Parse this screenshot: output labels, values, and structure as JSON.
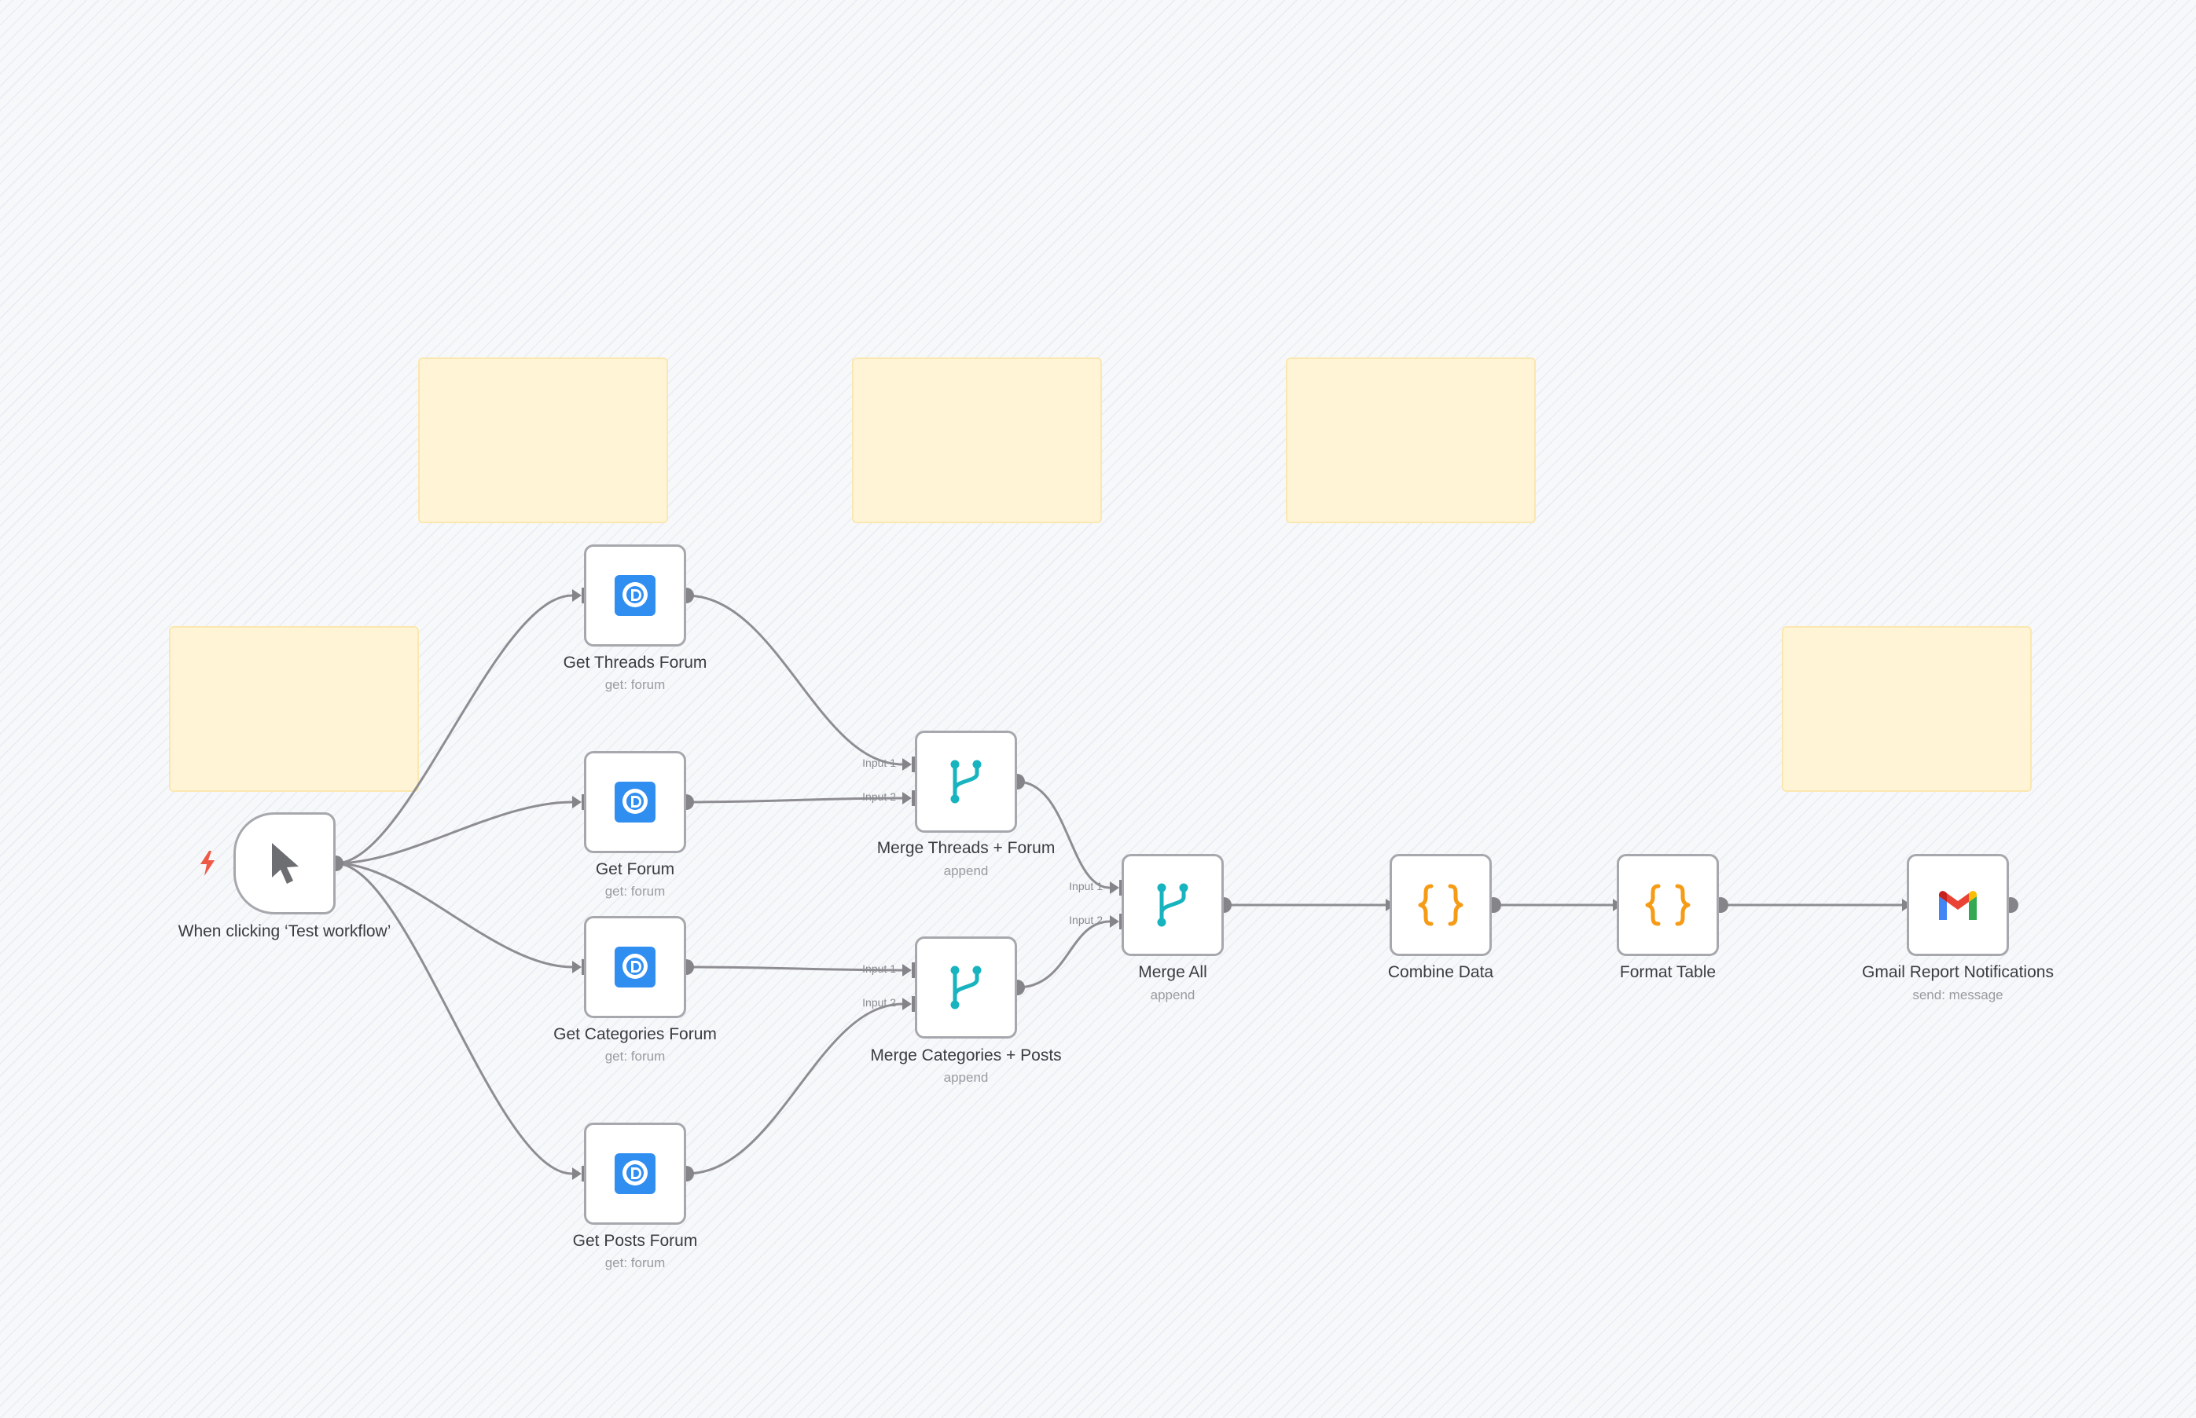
{
  "nodes": {
    "trigger": {
      "label": "When clicking ‘Test workflow’",
      "icon": "cursor-icon"
    },
    "get_threads": {
      "label": "Get Threads Forum",
      "sub": "get: forum",
      "icon": "discourse-icon"
    },
    "get_forum": {
      "label": "Get Forum",
      "sub": "get: forum",
      "icon": "discourse-icon"
    },
    "get_categories": {
      "label": "Get Categories Forum",
      "sub": "get: forum",
      "icon": "discourse-icon"
    },
    "get_posts": {
      "label": "Get Posts Forum",
      "sub": "get: forum",
      "icon": "discourse-icon"
    },
    "merge_threads": {
      "label": "Merge Threads + Forum",
      "sub": "append",
      "icon": "merge-icon"
    },
    "merge_categories": {
      "label": "Merge Categories + Posts",
      "sub": "append",
      "icon": "merge-icon"
    },
    "merge_all": {
      "label": "Merge All",
      "sub": "append",
      "icon": "merge-icon"
    },
    "combine": {
      "label": "Combine Data",
      "icon": "code-braces-icon"
    },
    "format": {
      "label": "Format Table",
      "icon": "code-braces-icon"
    },
    "gmail": {
      "label": "Gmail Report Notifications",
      "sub": "send: message",
      "icon": "gmail-icon"
    }
  },
  "ports": {
    "input1": "Input 1",
    "input2": "Input 2"
  },
  "colors": {
    "discourse": "#2f8ef0",
    "merge": "#17b3bf",
    "code": "#f59b16",
    "trigger_bolt": "#ef5a46",
    "sticky": "#fff5d6"
  }
}
